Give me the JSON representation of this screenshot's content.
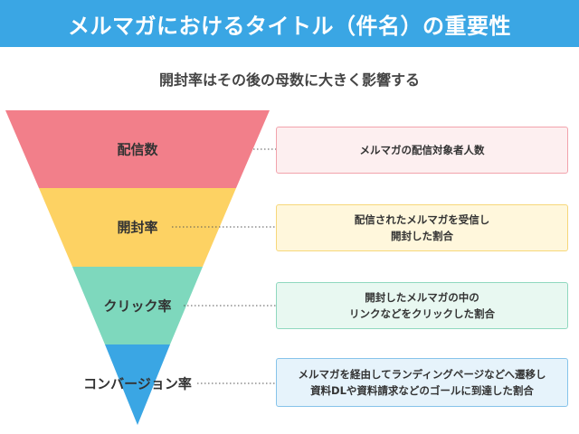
{
  "title": "メルマガにおけるタイトル（件名）の重要性",
  "subtitle": "開封率はその後の母数に大きく影響する",
  "colors": {
    "header": "#3aa6e4",
    "stage1": "#f27f8a",
    "stage2": "#fdd263",
    "stage3": "#7ed8bd",
    "stage4": "#3aa6e4"
  },
  "stages": [
    {
      "label": "配信数",
      "lines": [
        "メルマガの配信対象者人数"
      ],
      "box_bg": "#fdeff0",
      "box_border": "#f2a3ac"
    },
    {
      "label": "開封率",
      "lines": [
        "配信されたメルマガを受信し",
        "開封した割合"
      ],
      "box_bg": "#fff7dc",
      "box_border": "#f7d77a"
    },
    {
      "label": "クリック率",
      "lines": [
        "開封したメルマガの中の",
        "リンクなどをクリックした割合"
      ],
      "box_bg": "#e8f8f1",
      "box_border": "#8fd8bf"
    },
    {
      "label": "コンバージョン率",
      "lines": [
        "メルマガを経由してランディングページなどへ遷移し",
        "資料DLや資料請求などのゴールに到達した割合"
      ],
      "box_bg": "#e6f3fb",
      "box_border": "#86c3ea"
    }
  ]
}
